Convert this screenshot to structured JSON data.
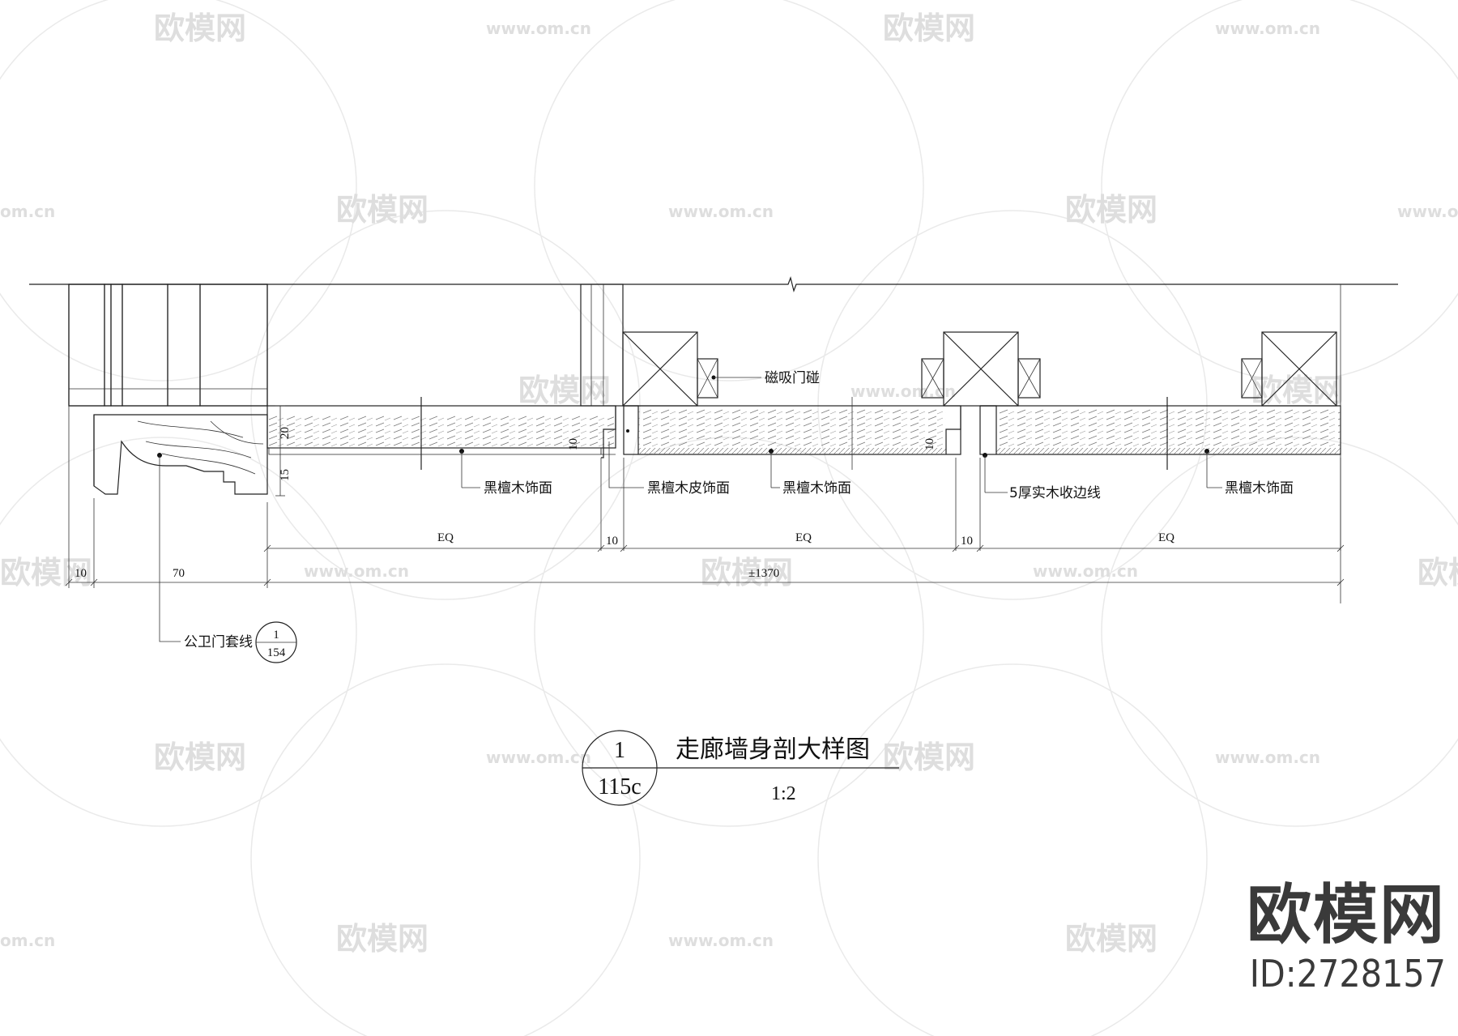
{
  "watermark": {
    "brand": "欧模网",
    "url": "www.om.cn",
    "url_short": "om.cn",
    "brand_color": "#d6d6d6"
  },
  "drawing": {
    "title": "走廊墙身剖大样图",
    "scale": "1:2",
    "detail_number": "1",
    "sheet_ref": "115c",
    "labels": {
      "magnetic_door_stop": "磁吸门碰",
      "ebony_face_1": "黑檀木饰面",
      "ebony_veneer": "黑檀木皮饰面",
      "ebony_face_2": "黑檀木饰面",
      "solid_wood_edge": "5厚实木收边线",
      "ebony_face_3": "黑檀木饰面",
      "door_casing": "公卫门套线"
    },
    "casing_ref": {
      "number": "1",
      "sheet": "154"
    },
    "dimensions": {
      "d20": "20",
      "d15": "15",
      "d10_a": "10",
      "d10_b": "10",
      "eq_1": "EQ",
      "eq_2": "EQ",
      "eq_3": "EQ",
      "gap_1": "10",
      "gap_2": "10",
      "left_10": "10",
      "left_70": "70",
      "total": "±1370"
    }
  },
  "brand_block": {
    "name": "欧模网",
    "id": "ID:2728157"
  }
}
